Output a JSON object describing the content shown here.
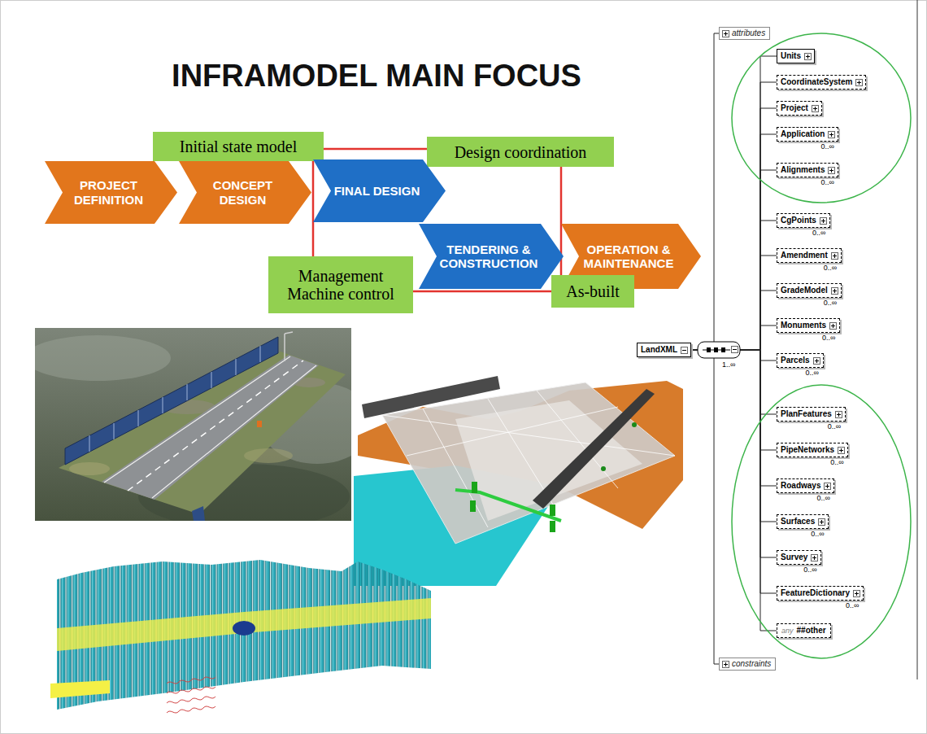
{
  "diagram": {
    "title": "INFRAMODEL MAIN FOCUS",
    "nodes": [
      {
        "text": [
          "Initial state model"
        ]
      },
      {
        "text": [
          "Design coordination"
        ]
      },
      {
        "text": [
          "PROJECT DEFINITION"
        ]
      },
      {
        "text": [
          "CONCEPT DESIGN"
        ]
      },
      {
        "text": [
          "FINAL DESIGN"
        ]
      },
      {
        "text": [
          "TENDERING & CONSTRUCTION"
        ]
      },
      {
        "text": [
          "OPERATION & MAINTENANCE"
        ]
      },
      {
        "text": [
          "Management Machine control"
        ]
      },
      {
        "text": [
          "As-built"
        ]
      },
      {
        "text": [
          "LandXML"
        ]
      },
      {
        "text": [
          "attributes"
        ]
      },
      {
        "text": [
          "Units"
        ]
      },
      {
        "text": [
          "CoordinateSystem"
        ]
      },
      {
        "text": [
          "Project"
        ]
      },
      {
        "text": [
          "Application"
        ]
      },
      {
        "text": [
          "Alignments"
        ]
      },
      {
        "text": [
          "CgPoints"
        ]
      },
      {
        "text": [
          "Amendment"
        ]
      },
      {
        "text": [
          "GradeModel"
        ]
      },
      {
        "text": [
          "Monuments"
        ]
      },
      {
        "text": [
          "Parcels"
        ]
      },
      {
        "text": [
          "PlanFeatures"
        ]
      },
      {
        "text": [
          "PipeNetworks"
        ]
      },
      {
        "text": [
          "Roadways"
        ]
      },
      {
        "text": [
          "Surfaces"
        ]
      },
      {
        "text": [
          "Survey"
        ]
      },
      {
        "text": [
          "FeatureDictionary"
        ]
      },
      {
        "text": [
          "any",
          "##other"
        ]
      },
      {
        "text": [
          "constraints"
        ]
      }
    ],
    "edges": [
      {
        "from": 0,
        "to": 1,
        "arrow": "none"
      },
      {
        "from": 1,
        "to": 8,
        "arrow": "none"
      },
      {
        "from": 0,
        "to": 7,
        "arrow": "none"
      },
      {
        "from": 7,
        "to": 8,
        "arrow": "none"
      },
      {
        "from": 9,
        "to": 11,
        "arrow": "none"
      },
      {
        "from": 9,
        "to": 12,
        "arrow": "none"
      },
      {
        "from": 9,
        "to": 13,
        "arrow": "none"
      },
      {
        "from": 9,
        "to": 14,
        "arrow": "none"
      },
      {
        "from": 9,
        "to": 15,
        "arrow": "none"
      },
      {
        "from": 9,
        "to": 16,
        "arrow": "none"
      },
      {
        "from": 9,
        "to": 17,
        "arrow": "none"
      },
      {
        "from": 9,
        "to": 18,
        "arrow": "none"
      },
      {
        "from": 9,
        "to": 19,
        "arrow": "none"
      },
      {
        "from": 9,
        "to": 20,
        "arrow": "none"
      },
      {
        "from": 9,
        "to": 21,
        "arrow": "none"
      },
      {
        "from": 9,
        "to": 22,
        "arrow": "none"
      },
      {
        "from": 9,
        "to": 23,
        "arrow": "none"
      },
      {
        "from": 9,
        "to": 24,
        "arrow": "none"
      },
      {
        "from": 9,
        "to": 25,
        "arrow": "none"
      },
      {
        "from": 9,
        "to": 26,
        "arrow": "none"
      },
      {
        "from": 9,
        "to": 27,
        "arrow": "none"
      },
      {
        "from": 10,
        "to": 28,
        "arrow": "none"
      }
    ],
    "labels": [
      "1..∞",
      "0..∞",
      "0..∞",
      "0..∞",
      "0..∞",
      "0..∞",
      "0..∞",
      "0..∞",
      "0..∞",
      "0..∞",
      "0..∞",
      "0..∞",
      "0..∞",
      "0..∞"
    ]
  }
}
